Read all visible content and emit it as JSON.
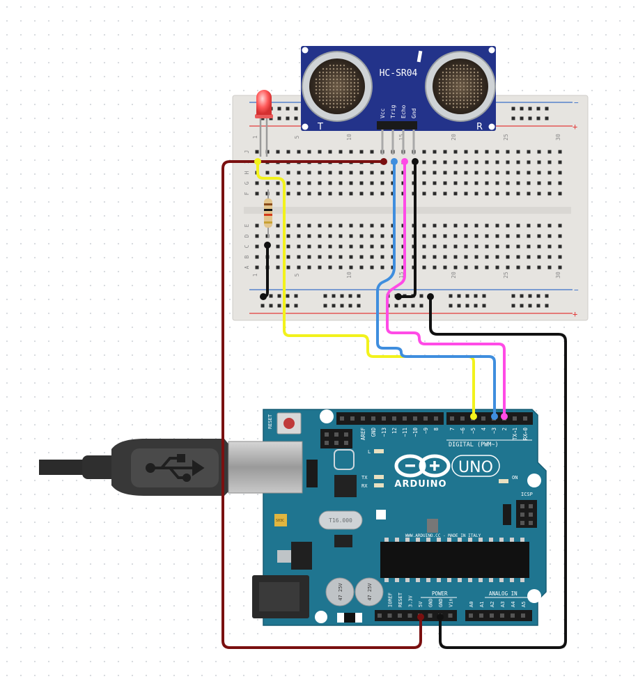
{
  "sensor": {
    "model": "HC-SR04",
    "pins": [
      "Vcc",
      "Trig",
      "Echo",
      "Gnd"
    ],
    "side_t": "T",
    "side_r": "R"
  },
  "breadboard": {
    "rows": [
      "J",
      "I",
      "H",
      "G",
      "F",
      "E",
      "D",
      "C",
      "B",
      "A"
    ],
    "columns": [
      "1",
      "5",
      "10",
      "15",
      "20",
      "25",
      "30"
    ],
    "rail_plus": "+",
    "rail_minus": "−"
  },
  "arduino": {
    "brand": "ARDUINO",
    "model": "UNO",
    "reset_label": "RESET",
    "icsp_label": "ICSP",
    "on_label": "ON",
    "tx_label": "TX",
    "rx_label": "RX",
    "l_label": "L",
    "crystal": "T16.000",
    "regulator": "S03C",
    "capacitor_label": "47 25V",
    "digital_label": "DIGITAL (PWM~)",
    "website": "WWW.ARDUINO.CC - MADE IN ITALY",
    "power_label": "POWER",
    "analog_label": "ANALOG IN",
    "digital_pins": [
      "AREF",
      "GND",
      "~13",
      "12",
      "~11",
      "~10",
      "~9",
      "8",
      "7",
      "~6",
      "~5",
      "4",
      "~3",
      "2",
      "TX→1",
      "RX←0"
    ],
    "power_pins": [
      "IOREF",
      "RESET",
      "3.3V",
      "5V",
      "GND",
      "GND",
      "Vin"
    ],
    "analog_pins": [
      "A0",
      "A1",
      "A2",
      "A3",
      "A4",
      "A5"
    ]
  },
  "colors": {
    "board": "#1f7590",
    "breadboard": "#e6e4e0",
    "sensor_pcb": "#23338a",
    "wire_power": "#7a1010",
    "wire_ground": "#111111",
    "wire_trig": "#f2f21c",
    "wire_echo": "#ff4be6",
    "wire_vcc_trig": "#3f8ede",
    "led": "#ff5a5a",
    "rail_red": "#e23b3b",
    "rail_blue": "#3a6fc8"
  },
  "icons": {
    "usb": "usb-icon",
    "infinity_logo": "arduino-logo-icon"
  }
}
